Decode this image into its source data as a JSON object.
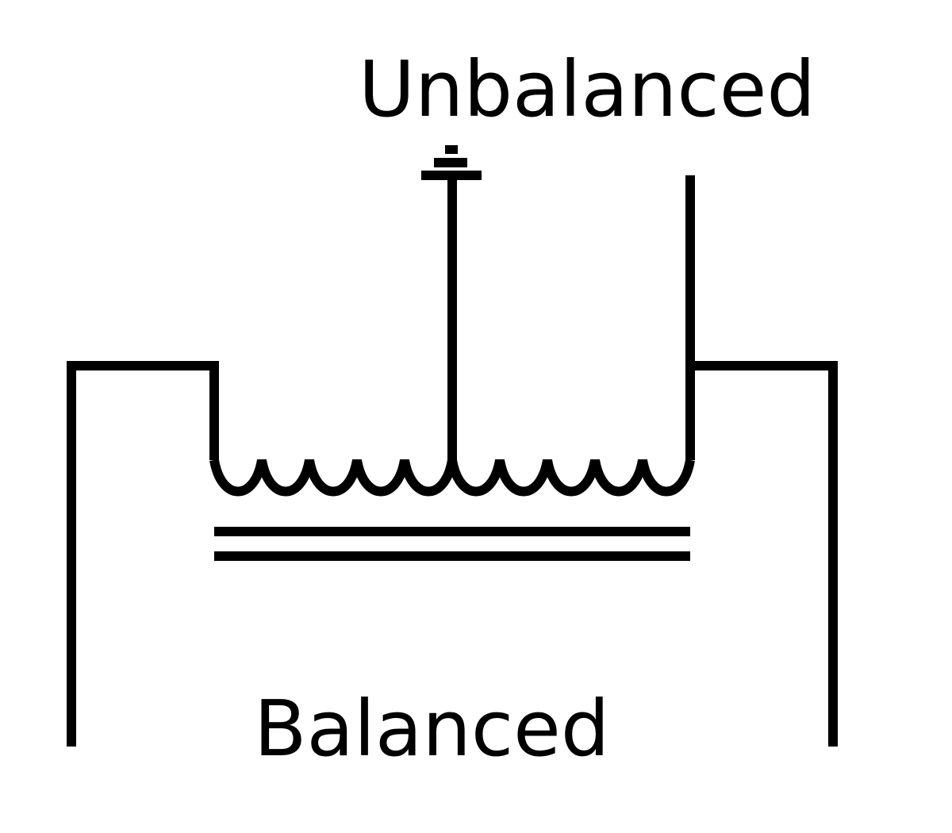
{
  "colors": {
    "stroke": "#000000",
    "background": "#ffffff"
  },
  "labels": {
    "unbalanced": "Unbalanced",
    "balanced": "Balanced"
  },
  "components": {
    "winding_turns": 10,
    "center_tap": "ground-symbol-icon"
  }
}
